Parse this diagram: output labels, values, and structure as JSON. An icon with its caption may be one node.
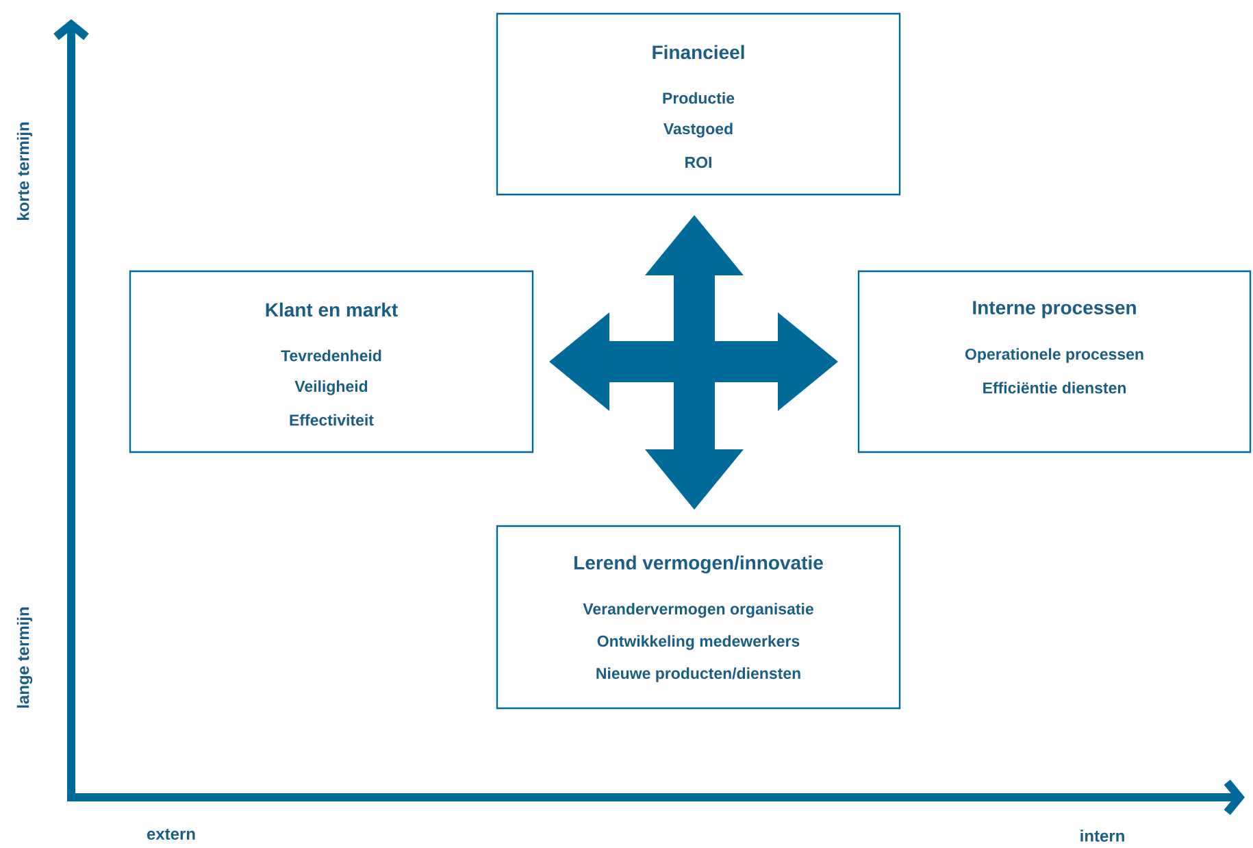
{
  "diagram": {
    "nodes": [
      {
        "text": [
          "Financieel",
          "Productie",
          "Vastgoed",
          "ROI"
        ]
      },
      {
        "text": [
          "Klant en markt",
          "Tevredenheid",
          "Veiligheid",
          "Effectiviteit"
        ]
      },
      {
        "text": [
          "Interne processen",
          "Operationele processen",
          "Efficiëntie diensten"
        ]
      },
      {
        "text": [
          "Lerend vermogen/innovatie",
          "Verandervermogen organisatie",
          "Ontwikkeling medewerkers",
          "Nieuwe producten/diensten"
        ]
      }
    ],
    "edges": [
      {
        "from": null,
        "to": 0,
        "arrow": "to"
      },
      {
        "from": null,
        "to": 1,
        "arrow": "to"
      },
      {
        "from": null,
        "to": 2,
        "arrow": "to"
      },
      {
        "from": null,
        "to": 3,
        "arrow": "to"
      }
    ],
    "labels": [
      "korte termijn",
      "lange termijn",
      "extern",
      "intern"
    ]
  }
}
